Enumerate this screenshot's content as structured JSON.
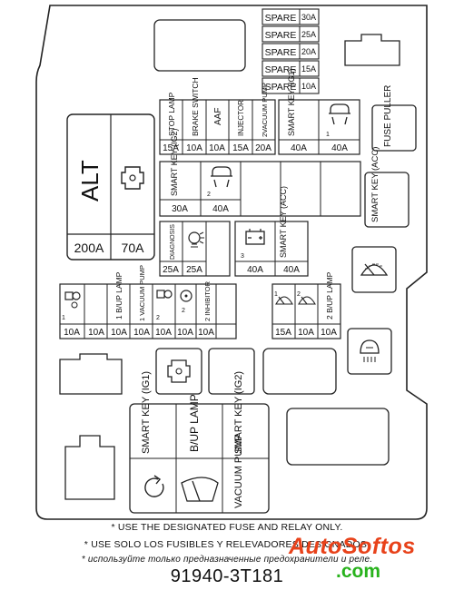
{
  "spare_fuses": [
    {
      "label": "SPARE",
      "amp": "30A"
    },
    {
      "label": "SPARE",
      "amp": "25A"
    },
    {
      "label": "SPARE",
      "amp": "20A"
    },
    {
      "label": "SPARE",
      "amp": "15A"
    },
    {
      "label": "SPARE",
      "amp": "10A"
    }
  ],
  "mini_row1": {
    "labels": [
      "STOP LAMP",
      "BRAKE SWITCH",
      "AAF",
      "INJECTOR",
      "2VACUUM PUMP"
    ],
    "amps": [
      "15A",
      "10A",
      "10A",
      "15A",
      "20A"
    ]
  },
  "relay_labels": {
    "smart_key_ig1": "SMART KEY (IG1)",
    "smart_key_ig2": "SMART KEY (IG2)",
    "smart_key_acc": "SMART KEY (ACC)",
    "fuse_puller": "FUSE PULLER"
  },
  "fuse_amps": {
    "row1_right": [
      "40A",
      "40A"
    ],
    "row2": [
      "30A",
      "40A"
    ],
    "row3_left": [
      "25A",
      "25A"
    ],
    "row3_right": [
      "40A",
      "40A"
    ]
  },
  "diagnosis_label": "DIAGNOSIS",
  "alt": {
    "label": "ALT",
    "amps": [
      "200A",
      "70A"
    ]
  },
  "row4": {
    "labels": [
      "",
      "",
      "1 B/UP LAMP",
      "1 VACUUM PUMP",
      "",
      "",
      "2 INHIBITOR"
    ],
    "amps": [
      "10A",
      "10A",
      "10A",
      "10A",
      "10A",
      "10A",
      "10A"
    ]
  },
  "row4_right": {
    "labels": [
      "",
      "",
      "2 B/UP LAMP"
    ],
    "amps": [
      "15A",
      "10A",
      "10A"
    ]
  },
  "relays_bottom": {
    "smart_key_ig1": "SMART KEY (IG1)",
    "b_up_lamp": "B/UP LAMP",
    "smart_key_ig2": "SMART KEY (IG2)",
    "vacuum_pump": "VACUUM PUMP"
  },
  "notes": [
    "* USE THE DESIGNATED FUSE AND RELAY ONLY.",
    "* USE SOLO LOS FUSIBLES Y RELEVADORES DESIGNADOS.",
    "* используйте только предназначенные предохранители и реле."
  ],
  "part_number": "91940-3T181",
  "watermark": {
    "name": "AutoSoftos",
    "domain": ".com"
  },
  "icons": [
    "alternator-relay-icon",
    "seatbelt-icon",
    "seat-heater-icon",
    "light-bulb-icon",
    "battery-icon",
    "wiper-icon",
    "horn-icon",
    "rear-defog-icon",
    "fan-icon"
  ]
}
